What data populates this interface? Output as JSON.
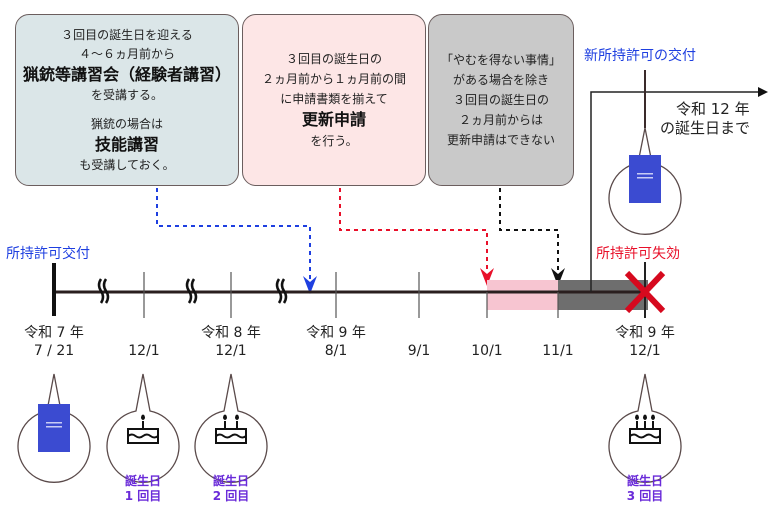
{
  "boxes": {
    "lecture": {
      "lines": [
        "３回目の誕生日を迎える",
        "４〜６ヵ月前から"
      ],
      "bold": "猟銃等講習会（経験者講習）",
      "after": "を受講する。",
      "lines2": [
        "猟銃の場合は"
      ],
      "bold2": "技能講習",
      "after2": "も受講しておく。",
      "color": "#dbe6e8"
    },
    "renewal": {
      "lines": [
        "３回目の誕生日の",
        "２ヵ月前から１ヵ月前の間",
        "に申請書類を揃えて"
      ],
      "bold": "更新申請",
      "after": "を行う。",
      "color": "#fde6e6"
    },
    "deadline": {
      "lines": [
        "「やむを得ない事情」",
        "がある場合を除き",
        "３回目の誕生日の",
        "２ヵ月前からは",
        "更新申請はできない"
      ],
      "color": "#c9c9c9"
    }
  },
  "labels": {
    "permit_issued": "所持許可交付",
    "new_permit_issued": "新所持許可の交付",
    "permit_expired": "所持許可失効",
    "until_line1": "令和 12 年",
    "until_line2": "の誕生日まで"
  },
  "ticks": [
    {
      "line1": "令和 7 年",
      "line2": "7 / 21"
    },
    {
      "line1": "",
      "line2": "12/1"
    },
    {
      "line1": "令和 8 年",
      "line2": "12/1"
    },
    {
      "line1": "令和 9 年",
      "line2": "8/1"
    },
    {
      "line1": "",
      "line2": "9/1"
    },
    {
      "line1": "",
      "line2": "10/1"
    },
    {
      "line1": "",
      "line2": "11/1"
    },
    {
      "line1": "令和 9 年",
      "line2": "12/1"
    }
  ],
  "bubbles": [
    {
      "icon": "permit-book",
      "label1": "",
      "label2": ""
    },
    {
      "icon": "birthday-cake",
      "candles": 1,
      "label1": "誕生日",
      "label2": "1 回目"
    },
    {
      "icon": "birthday-cake",
      "candles": 2,
      "label1": "誕生日",
      "label2": "2 回目"
    },
    {
      "icon": "birthday-cake",
      "candles": 3,
      "label1": "誕生日",
      "label2": "3 回目"
    }
  ],
  "new_permit_bubble": {
    "icon": "permit-book"
  },
  "colors": {
    "blue": "#1e3fe0",
    "red": "#e8102a",
    "purple": "#6a2bd9",
    "renewal_period": "#f7c5d1",
    "no_renewal_period": "#6e6e6e",
    "expired_x": "#d6091e",
    "permit_book": "#3b4bd1"
  }
}
